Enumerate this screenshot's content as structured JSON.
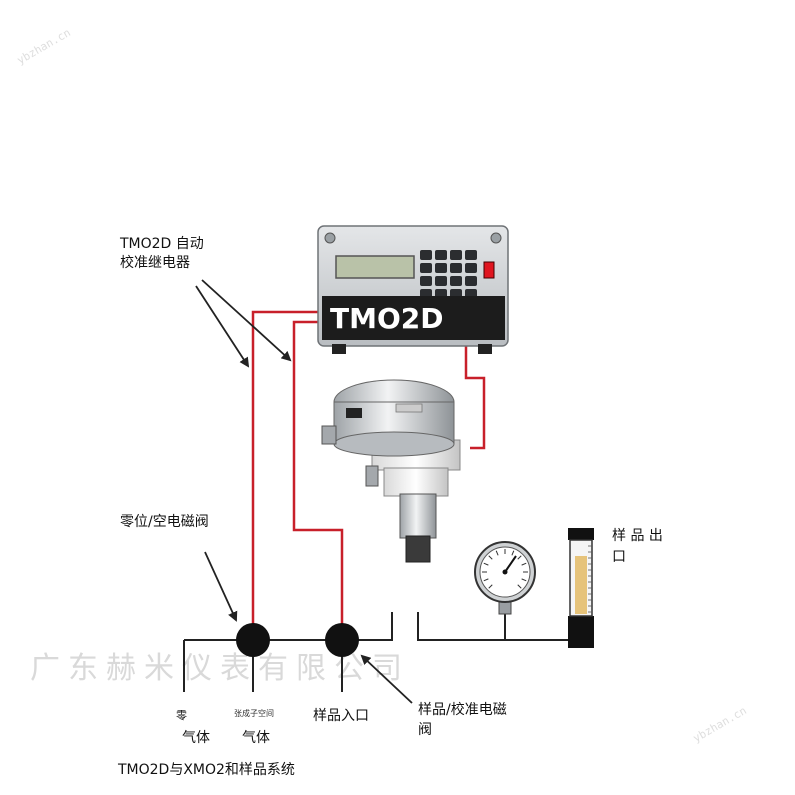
{
  "labels": {
    "relay": [
      "TMO2D 自动",
      "校准继电器"
    ],
    "zero_valve": "零位/空电磁阀",
    "sample_outlet": [
      "样 品 出",
      "口"
    ],
    "zero_gas": [
      "零",
      "气体"
    ],
    "span_gas_small": "张成子空间",
    "span_gas": "气体",
    "sample_inlet": "样品入口",
    "sample_valve": [
      "样品/校准电磁",
      "阀"
    ],
    "caption": "TMO2D与XMO2和样品系统"
  },
  "device": {
    "panel_text": "TMO2D"
  },
  "watermark": {
    "company": "广东赫米仪表有限公司",
    "url": "ybzhan.cn"
  },
  "colors": {
    "wire_red": "#c8202a",
    "line_black": "#222222",
    "valve_fill": "#111111",
    "housing_silver": "#cfd2d4",
    "panel_dark": "#1c1c1c",
    "display_green": "#b9c2a8",
    "indicator_red": "#e0151f"
  }
}
